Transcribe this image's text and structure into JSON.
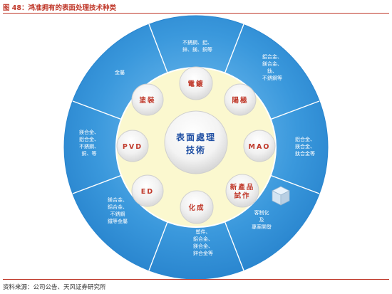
{
  "figure": {
    "title": "图 48：鸿准拥有的表面处理技术种类",
    "source": "资料来源：公司公告、天风证券研究所"
  },
  "center": {
    "lines": [
      "表面處理",
      "技術"
    ]
  },
  "nodes": [
    {
      "id": "plating",
      "lines": [
        "電鍍"
      ]
    },
    {
      "id": "anodize",
      "lines": [
        "陽極"
      ]
    },
    {
      "id": "mao",
      "lines": [
        "MAO"
      ]
    },
    {
      "id": "new-trial",
      "lines": [
        "新產品",
        "試作"
      ]
    },
    {
      "id": "chemical",
      "lines": [
        "化成"
      ]
    },
    {
      "id": "ed",
      "lines": [
        "ED"
      ]
    },
    {
      "id": "pvd",
      "lines": [
        "PVD"
      ]
    },
    {
      "id": "painting",
      "lines": [
        "塗裝"
      ]
    }
  ],
  "segments": [
    {
      "id": "top",
      "lines": [
        "不銹鋼、鋁、",
        "鋅、鎂、銅等"
      ]
    },
    {
      "id": "upper-right",
      "lines": [
        "鋁合金、",
        "鎂合金、",
        "鈦、",
        "不銹鋼等"
      ]
    },
    {
      "id": "right",
      "lines": [
        "鋁合金、",
        "鎂合金、",
        "鈦合金等"
      ]
    },
    {
      "id": "lower-right",
      "lines": [
        "客制化",
        "及",
        "專案開發"
      ]
    },
    {
      "id": "bottom",
      "lines": [
        "塑件、",
        "鋁合金、",
        "鎂合金、",
        "鋅合金等"
      ]
    },
    {
      "id": "lower-left",
      "lines": [
        "鎂合金、",
        "鋁合金、",
        "不銹鋼",
        "鐵等金屬"
      ]
    },
    {
      "id": "left",
      "lines": [
        "鎂合金、",
        "鋁合金、",
        "不銹鋼、",
        "銅、等"
      ]
    },
    {
      "id": "upper-left",
      "lines": [
        "金屬"
      ]
    }
  ],
  "colors": {
    "outer_ring": "#2f8fd6",
    "outer_ring_light": "#5fb0ea",
    "inner_disc": "#fbf8cf",
    "divider": "#ffffff",
    "node_fill": "#f2f2f2",
    "center_text": "#1f4fa3",
    "node_text": "#c0392b",
    "title": "#c0392b"
  },
  "icons": {
    "cube": "cube-icon"
  }
}
